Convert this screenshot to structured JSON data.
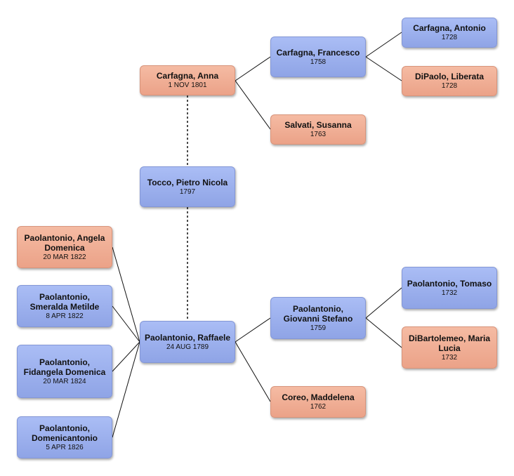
{
  "people": {
    "anna": {
      "name": "Carfagna, Anna",
      "date": "1 NOV 1801",
      "sex": "female"
    },
    "francesco": {
      "name": "Carfagna, Francesco",
      "date": "1758",
      "sex": "male"
    },
    "antonio": {
      "name": "Carfagna, Antonio",
      "date": "1728",
      "sex": "male"
    },
    "liberata": {
      "name": "DiPaolo, Liberata",
      "date": "1728",
      "sex": "female"
    },
    "susanna": {
      "name": "Salvati, Susanna",
      "date": "1763",
      "sex": "female"
    },
    "pietro": {
      "name": "Tocco, Pietro Nicola",
      "date": "1797",
      "sex": "male"
    },
    "angela": {
      "name": "Paolantonio, Angela Domenica",
      "date": "20 MAR 1822",
      "sex": "female"
    },
    "smeralda": {
      "name": "Paolantonio, Smeralda Metilde",
      "date": "8 APR 1822",
      "sex": "male"
    },
    "fidangela": {
      "name": "Paolantonio, Fidangela Domenica",
      "date": "20 MAR 1824",
      "sex": "male"
    },
    "domenicantonio": {
      "name": "Paolantonio, Domenicantonio",
      "date": "5 APR 1826",
      "sex": "male"
    },
    "raffaele": {
      "name": "Paolantonio, Raffaele",
      "date": "24 AUG 1789",
      "sex": "male"
    },
    "giovanni": {
      "name": "Paolantonio, Giovanni Stefano",
      "date": "1759",
      "sex": "male"
    },
    "tomaso": {
      "name": "Paolantonio, Tomaso",
      "date": "1732",
      "sex": "male"
    },
    "marialucia": {
      "name": "DiBartolemeo, Maria Lucia",
      "date": "1732",
      "sex": "female"
    },
    "maddelena": {
      "name": "Coreo, Maddelena",
      "date": "1762",
      "sex": "female"
    }
  },
  "colors": {
    "male": "#9aaeee",
    "female": "#f0ad94",
    "line": "#111111"
  }
}
